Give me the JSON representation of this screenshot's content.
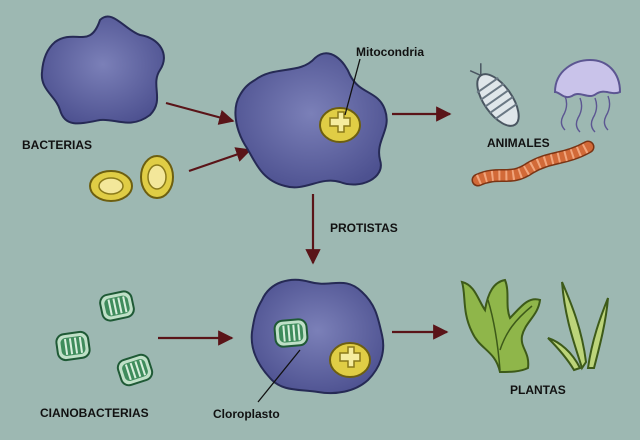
{
  "labels": {
    "bacterias": "BACTERIAS",
    "mitocondria": "Mitocondria",
    "animales": "ANIMALES",
    "protistas": "PROTISTAS",
    "cianobacterias": "CIANOBACTERIAS",
    "cloroplasto": "Cloroplasto",
    "plantas": "PLANTAS"
  },
  "colors": {
    "background": "#9db8b2",
    "cell_body": "#4d5190",
    "cell_outline": "#262a55",
    "arrow": "#5a1418",
    "mitochondrion": "#d9c23b",
    "chloroplast": "#2f7a4e",
    "plant": "#8fb64a",
    "worm": "#d26a38",
    "jellyfish": "#c9c3ea"
  }
}
